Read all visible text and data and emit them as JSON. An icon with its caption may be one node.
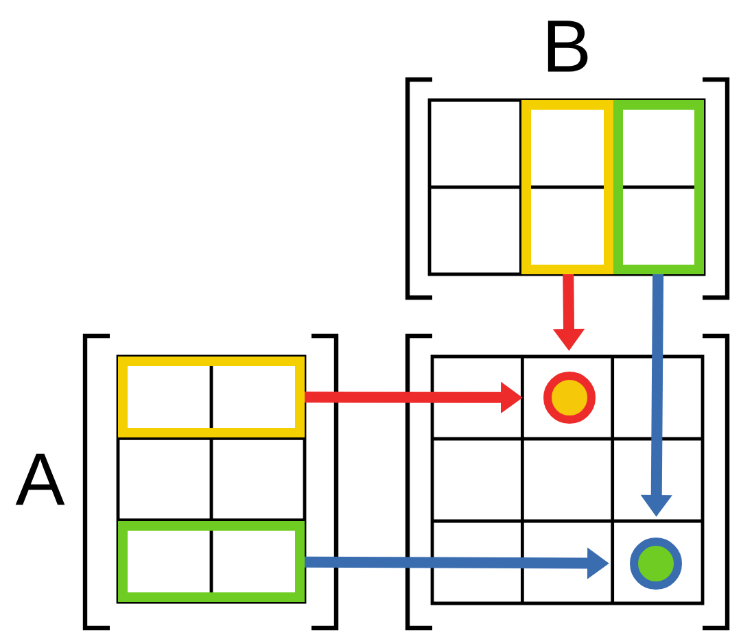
{
  "diagram": {
    "nodes": [
      {
        "text": [
          "A"
        ]
      },
      {
        "text": [
          "B"
        ]
      },
      {
        "text": [],
        "shape": "box"
      },
      {
        "text": [],
        "shape": "box",
        "in": 0
      },
      {
        "text": [],
        "shape": "box",
        "in": 0
      },
      {
        "text": [],
        "shape": "box",
        "in": 1
      },
      {
        "text": [],
        "shape": "box",
        "in": 1
      },
      {
        "text": [],
        "shape": "circle",
        "in": 2
      },
      {
        "text": [],
        "shape": "circle",
        "in": 2
      }
    ],
    "edges": [
      {
        "from": 3,
        "to": 7,
        "arrow": "to",
        "color": "#ee2b2b"
      },
      {
        "from": 5,
        "to": 7,
        "arrow": "to",
        "color": "#ee2b2b"
      },
      {
        "from": 6,
        "to": 8,
        "arrow": "to",
        "color": "#3a6db0"
      },
      {
        "from": 4,
        "to": 8,
        "arrow": "to",
        "color": "#3a6db0"
      }
    ]
  }
}
